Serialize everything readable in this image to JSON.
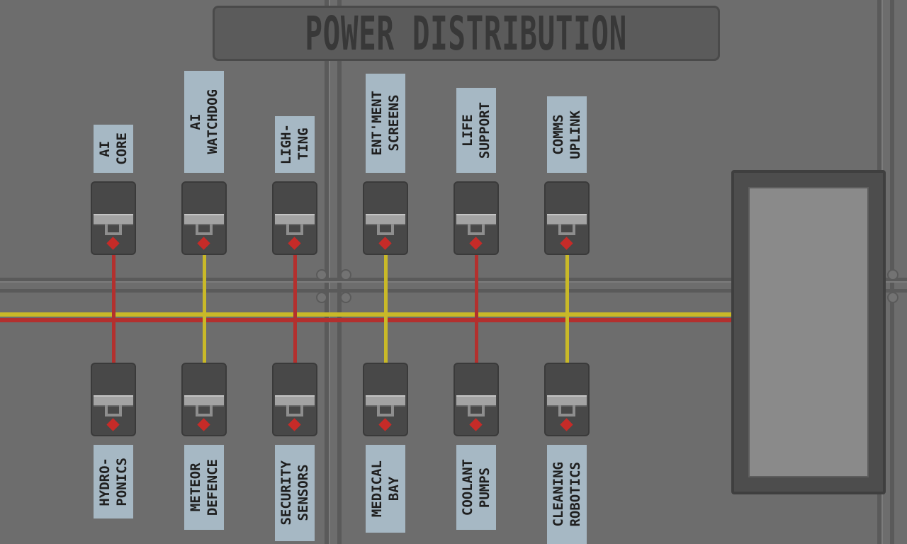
{
  "title": "POWER DISTRIBUTION",
  "breakers_top": [
    {
      "label": "AI\nCORE",
      "wire": "red"
    },
    {
      "label": "AI\nWATCHDOG",
      "wire": "yellow"
    },
    {
      "label": "LIGH-\nTING",
      "wire": "red"
    },
    {
      "label": "ENT'MENT\nSCREENS",
      "wire": "yellow"
    },
    {
      "label": "LIFE\nSUPPORT",
      "wire": "red"
    },
    {
      "label": "COMMS\nUPLINK",
      "wire": "yellow"
    }
  ],
  "breakers_bottom": [
    {
      "label": "HYDRO-\nPONICS",
      "wire": "red"
    },
    {
      "label": "METEOR\nDEFENCE",
      "wire": "yellow"
    },
    {
      "label": "SECURITY\nSENSORS",
      "wire": "red"
    },
    {
      "label": "MEDICAL\nBAY",
      "wire": "yellow"
    },
    {
      "label": "COOLANT\nPUMPS",
      "wire": "red"
    },
    {
      "label": "CLEANING\nROBOTICS",
      "wire": "yellow"
    }
  ],
  "colors": {
    "panel": "#6d6d6d",
    "wire_red": "#b3302e",
    "wire_yellow": "#c9b928",
    "label_bg": "#a6b8c4",
    "indicator": "#c62b28"
  }
}
